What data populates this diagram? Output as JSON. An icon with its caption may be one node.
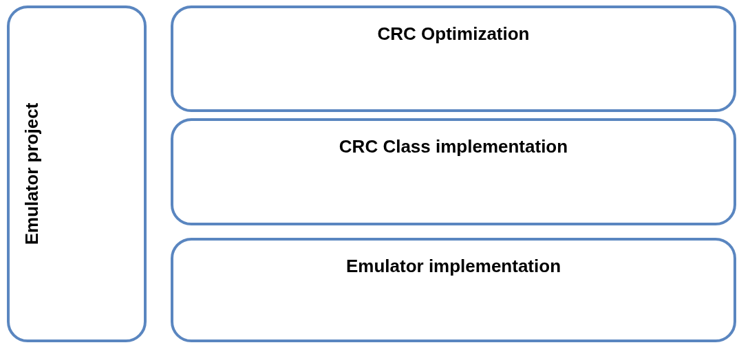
{
  "diagram": {
    "nodes": [
      {
        "text": [
          "Emulator project"
        ]
      },
      {
        "text": [
          "CRC Optimization"
        ]
      },
      {
        "text": [
          "CRC Class implementation"
        ]
      },
      {
        "text": [
          "Emulator implementation"
        ]
      }
    ]
  }
}
